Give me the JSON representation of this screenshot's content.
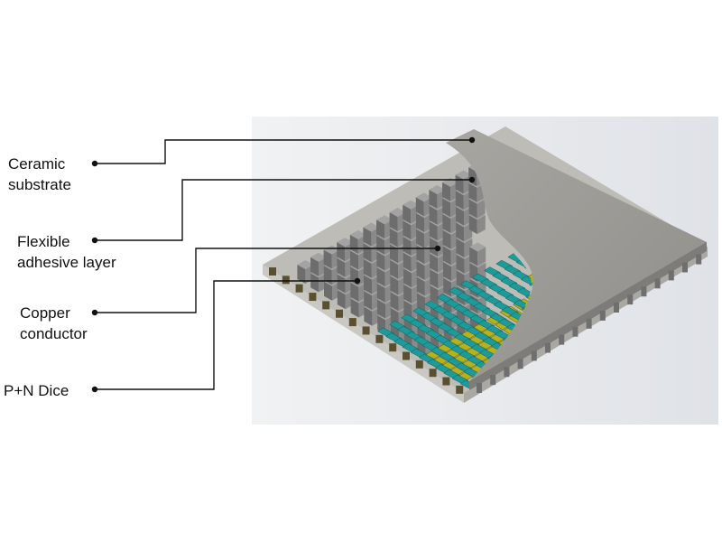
{
  "labels": {
    "ceramic": {
      "line1": "Ceramic",
      "line2": "substrate"
    },
    "adhesive": {
      "line1": "Flexible",
      "line2": "adhesive layer"
    },
    "copper": {
      "line1": "Copper",
      "line2": "conductor"
    },
    "dice": {
      "line1": "P+N Dice"
    }
  },
  "colors": {
    "ceramic": "#9b9a95",
    "copper": "#b7b21a",
    "adhesive": "#1d9a9a",
    "dice": "#8c8c8c",
    "leader_line": "#111111"
  }
}
